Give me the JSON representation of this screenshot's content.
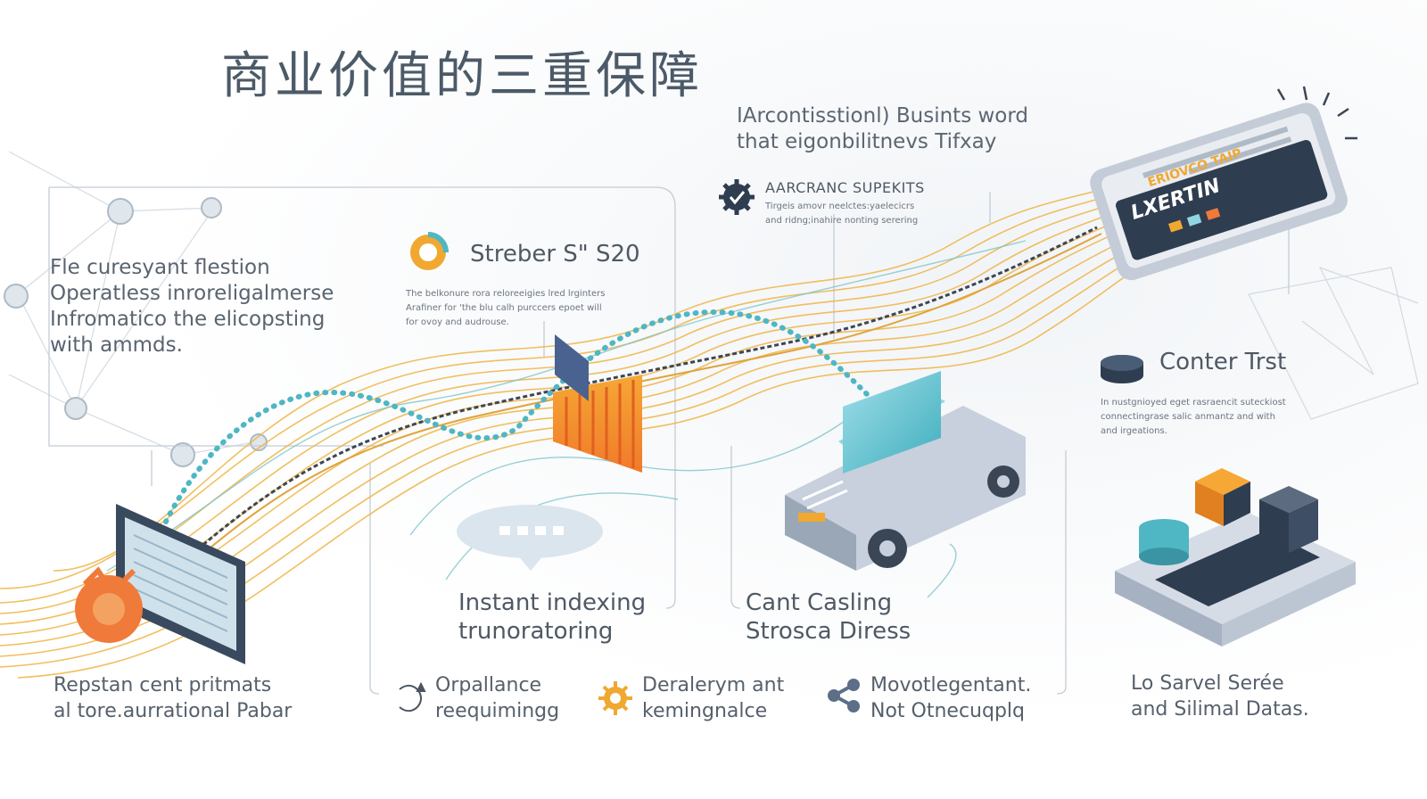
{
  "title": "商业价值的三重保障",
  "subtitle": "IArcontisstionl) Busints word\nthat eigonbilitnevs Tifxay",
  "badge_block": {
    "heading": "AARCRANC SUPEKITS",
    "body": "Tirgeis amovr neelctes:yaelecicrs\nand ridng;inahire nonting serering"
  },
  "left_block": {
    "body": "Fle curesyant flestion\nOperatless inroreligalmerse\nInfromatico the elicopsting\nwith ammds."
  },
  "center_block": {
    "heading": "Streber S\" S20",
    "body": "The belkonure rora reloreeigies lred lrginters\nArafiner for 'the blu calh purccers epoet will\nfor ovoy and audrouse."
  },
  "right_block": {
    "heading": "Conter Trst",
    "body": "In nustgnioyed eget rasraencit suteckiost\nconnectingrase salic anmantz and with\nand irgeations."
  },
  "device_screen": {
    "line1": "ERIOVCO TAIP",
    "line2": "LXERTIN"
  },
  "captions": {
    "instant": "Instant indexing\ntrunoratoring",
    "cant": "Cant Casling\nStrosca Diress",
    "repstan": "Repstan cent pritmats\nal tore.aurrational Pabar",
    "orpallance": "Orpallance\nreequimingg",
    "deralerym": "Deralerym ant\nkemingnalce",
    "movotlegentant": "Movotlegentant.\nNot Otnecuqplq",
    "losarvel": "Lo Sarvel Serée\nand Silimal Datas."
  },
  "colors": {
    "accent_orange": "#f0a830",
    "accent_teal": "#4fb6c4",
    "dark_navy": "#2f3d50",
    "text_gray": "#4f5965"
  },
  "icons": [
    "gear-check-icon",
    "orange-swirl-icon",
    "database-icon",
    "flow-icon",
    "sun-gear-icon",
    "share-icon",
    "phone-device",
    "car-icon",
    "monitor-icon",
    "server-stack-icon"
  ]
}
